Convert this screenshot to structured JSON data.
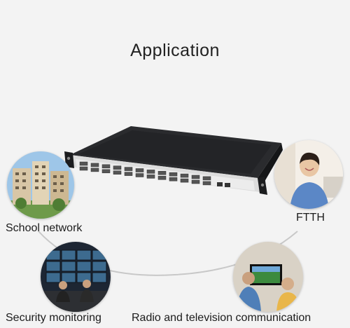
{
  "heading": "Application",
  "applications": [
    {
      "label": "School network"
    },
    {
      "label": "FTTH"
    },
    {
      "label": "Security monitoring"
    },
    {
      "label": "Radio and television communication"
    }
  ],
  "colors": {
    "background": "#f3f3f3",
    "device_body": "#1e1f21",
    "front_panel": "#e9e9e9",
    "arc": "#c8c8c8"
  },
  "icons": [
    "school-building-icon",
    "ftth-user-icon",
    "security-monitoring-icon",
    "tv-broadcast-icon"
  ]
}
